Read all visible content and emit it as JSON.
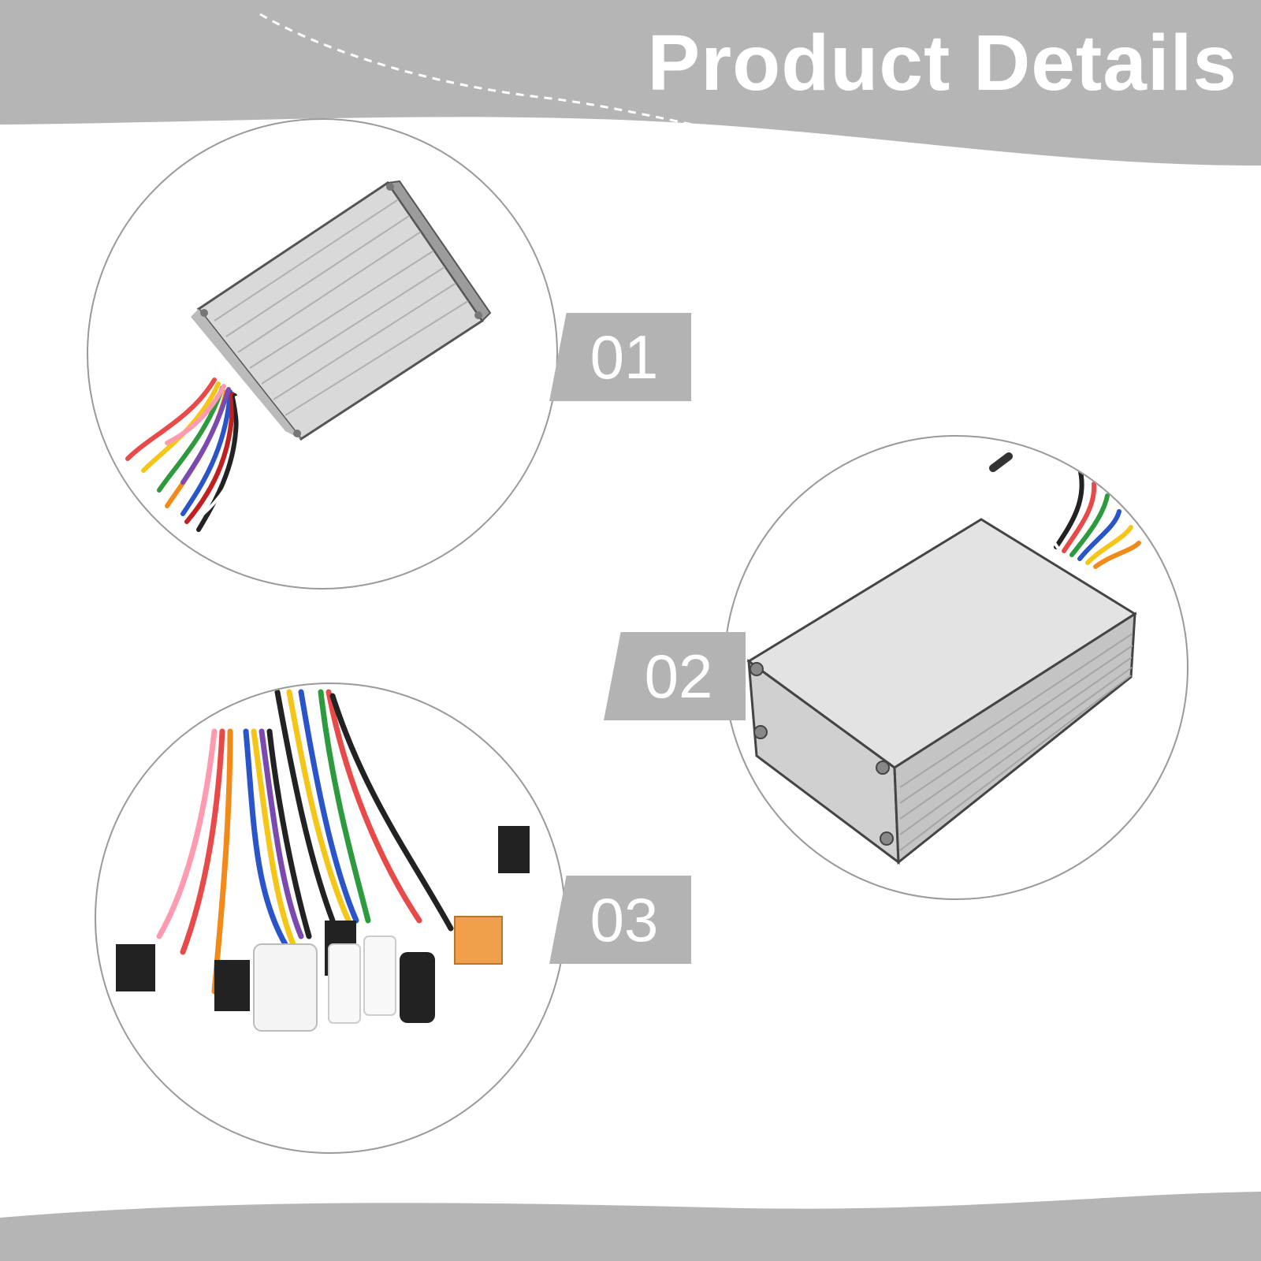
{
  "page": {
    "title": "Product Details"
  },
  "colors": {
    "band": "#b5b5b5",
    "tag": "#b3b3b3",
    "circle_border": "#9a9a9a",
    "housing": "#d8d8d8",
    "housing_shadow": "#a9a9a9"
  },
  "views": [
    {
      "number": "01",
      "subject": "controller-housing-angled"
    },
    {
      "number": "02",
      "subject": "controller-housing-end"
    },
    {
      "number": "03",
      "subject": "wiring-connectors"
    }
  ]
}
